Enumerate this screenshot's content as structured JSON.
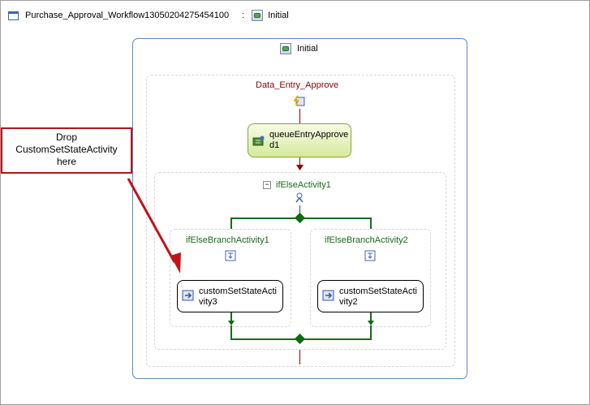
{
  "header": {
    "workflow_name": "Purchase_Approval_Workflow13050204275454100",
    "separator": ":",
    "state_name": "Initial"
  },
  "state": {
    "title": "Initial",
    "event_driven": {
      "title": "Data_Entry_Approve",
      "queue_activity": "queueEntryApproved1"
    },
    "if_else": {
      "title": "ifElseActivity1",
      "branches": [
        {
          "title": "ifElseBranchActivity1",
          "activity": "customSetStateActivity3"
        },
        {
          "title": "ifElseBranchActivity2",
          "activity": "customSetStateActivity2"
        }
      ]
    }
  },
  "callout": {
    "line1": "Drop",
    "line2": "CustomSetStateActivity",
    "line3": "here"
  },
  "colors": {
    "state_border": "#5d86c2",
    "event_title": "#8b0000",
    "branch_title": "#1a6a1a",
    "callout_border": "#b4161c",
    "queue_fill": "#d6ea9a"
  }
}
